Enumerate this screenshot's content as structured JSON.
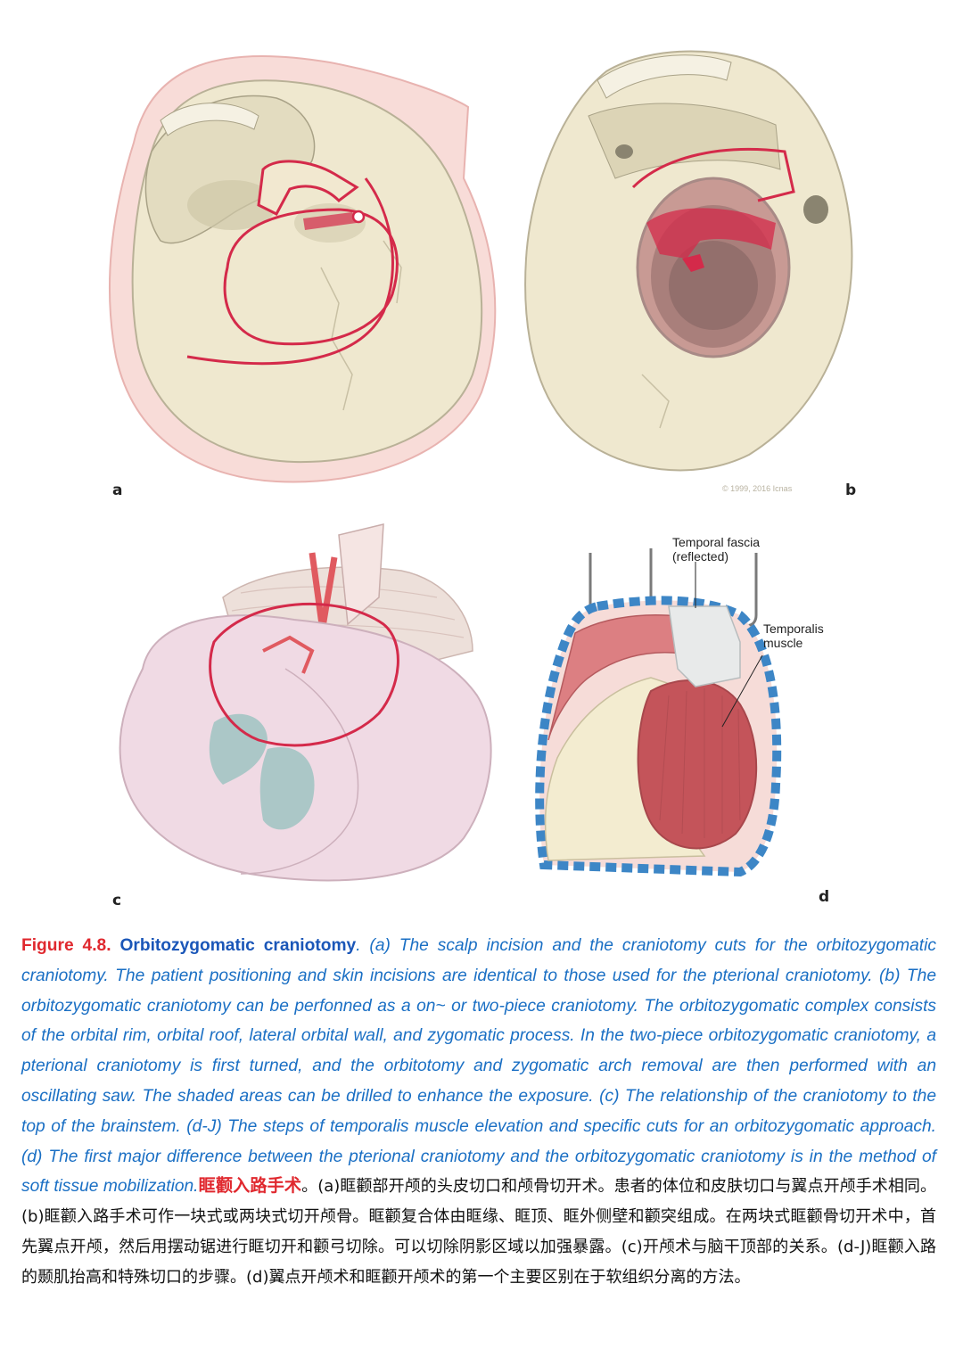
{
  "panels": {
    "a": {
      "letter": "a"
    },
    "b": {
      "letter": "b",
      "copyright": "© 1999, 2016 Icnas"
    },
    "c": {
      "letter": "c"
    },
    "d": {
      "letter": "d",
      "labels": {
        "temporal_fascia": "Temporal fascia\n(reflected)",
        "temporal_fascia_line1": "Temporal fascia",
        "temporal_fascia_line2": "(reflected)",
        "temporalis_line1": "Temporalis",
        "temporalis_line2": "muscle"
      }
    }
  },
  "caption": {
    "figure_number": "Figure 4.8.",
    "figure_title": "Orbitozygomatic craniotomy",
    "english_text": ". (a) The scalp incision and the craniotomy cuts for the orbitozygomatic craniotomy. The patient positioning and skin incisions are identical to those used for the pterional craniotomy. (b) The orbitozygomatic craniotomy can be perfonned as a on~ or two-piece craniotomy. The orbitozygomatic complex consists of the orbital rim, orbital roof, lateral orbital wall, and zygomatic process. In the two-piece orbitozygomatic craniotomy, a pterional craniotomy is first turned, and the orbitotomy and zygomatic arch removal are then performed with an oscillating saw. The shaded areas can be drilled to enhance the exposure. (c) The relationship of the craniotomy to the top of the brainstem. (d-J) The steps of temporalis muscle elevation and specific cuts for an orbitozygomatic approach. (d) The first major difference between the pterional craniotomy and the orbitozygomatic craniotomy is in the method of soft tissue mobilization.",
    "chinese_title": "眶颧入路手术",
    "chinese_text": "。(a)眶颧部开颅的头皮切口和颅骨切开术。患者的体位和皮肤切口与翼点开颅手术相同。(b)眶颧入路手术可作一块式或两块式切开颅骨。眶颧复合体由眶缘、眶顶、眶外侧壁和颧突组成。在两块式眶颧骨切开术中，首先翼点开颅，然后用摆动锯进行眶切开和颧弓切除。可以切除阴影区域以加强暴露。(c)开颅术与脑干顶部的关系。(d-J)眶颧入路的颞肌抬高和特殊切口的步骤。(d)翼点开颅术和眶颧开颅术的第一个主要区别在于软组织分离的方法。"
  },
  "colors": {
    "figure_number": "#e0282e",
    "figure_title": "#1a56b8",
    "caption_text": "#1a6fc4",
    "incision_red": "#d42a4a",
    "bone": "#efe8cf",
    "skin": "#f6d7d4",
    "muscle": "#c4545a",
    "drape_blue": "#3d86c6"
  }
}
